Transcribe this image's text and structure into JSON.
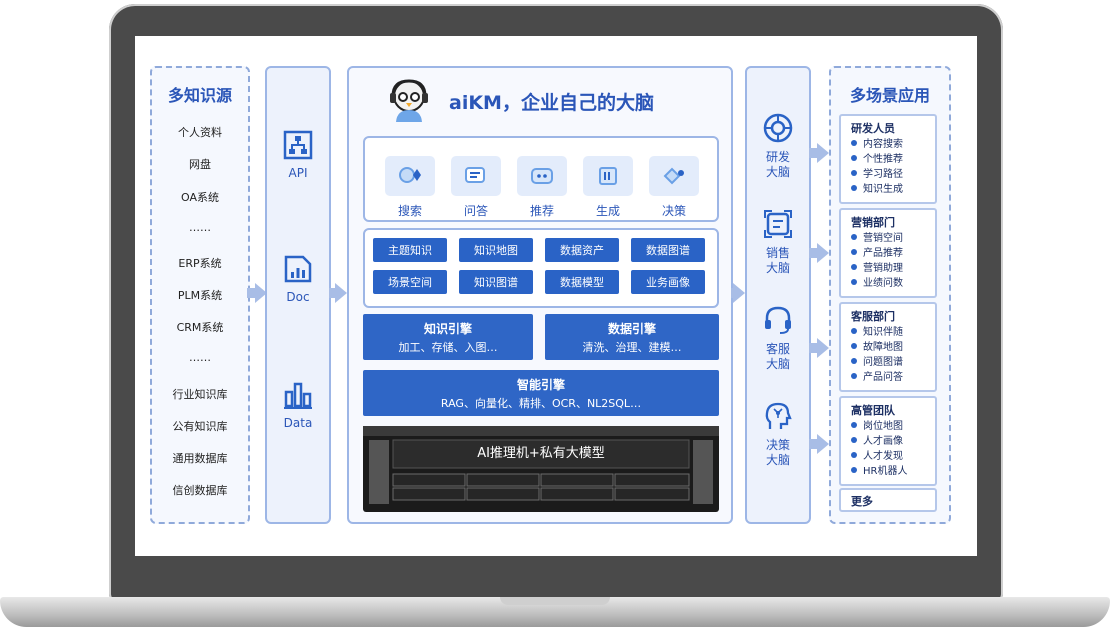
{
  "sources": {
    "title": "多知识源",
    "items": [
      "个人资料",
      "网盘",
      "OA系统",
      "……",
      "ERP系统",
      "PLM系统",
      "CRM系统",
      "……",
      "行业知识库",
      "公有知识库",
      "通用数据库",
      "信创数据库"
    ]
  },
  "doc_types": [
    {
      "label": "API",
      "icon": "api-icon"
    },
    {
      "label": "Doc",
      "icon": "doc-icon"
    },
    {
      "label": "Data",
      "icon": "bar-chart-icon"
    }
  ],
  "main": {
    "title": "aiKM，企业自己的大脑",
    "capabilities": [
      "搜索",
      "问答",
      "推荐",
      "生成",
      "决策"
    ],
    "tags": [
      "主题知识",
      "知识地图",
      "数据资产",
      "数据图谱",
      "场景空间",
      "知识图谱",
      "数据模型",
      "业务画像"
    ],
    "engines": {
      "knowledge": {
        "title": "知识引擎",
        "sub": "加工、存储、入图…"
      },
      "data": {
        "title": "数据引擎",
        "sub": "清洗、治理、建模…"
      },
      "smart": {
        "title": "智能引擎",
        "sub": "RAG、向量化、精排、OCR、NL2SQL…"
      }
    },
    "server_label": "AI推理机+私有大模型"
  },
  "brains": [
    {
      "label": [
        "研发",
        "大脑"
      ],
      "icon": "research-icon"
    },
    {
      "label": [
        "销售",
        "大脑"
      ],
      "icon": "sales-icon"
    },
    {
      "label": [
        "客服",
        "大脑"
      ],
      "icon": "headset-icon"
    },
    {
      "label": [
        "决策",
        "大脑"
      ],
      "icon": "decision-head-icon"
    }
  ],
  "scenes": {
    "title": "多场景应用",
    "groups": [
      {
        "title": "研发人员",
        "items": [
          "内容搜索",
          "个性推荐",
          "学习路径",
          "知识生成"
        ]
      },
      {
        "title": "营销部门",
        "items": [
          "营销空间",
          "产品推荐",
          "营销助理",
          "业绩问数"
        ]
      },
      {
        "title": "客服部门",
        "items": [
          "知识伴随",
          "故障地图",
          "问题图谱",
          "产品问答"
        ]
      },
      {
        "title": "高管团队",
        "items": [
          "岗位地图",
          "人才画像",
          "人才发现",
          "HR机器人"
        ]
      }
    ],
    "more": "更多"
  },
  "colors": {
    "accent": "#2a63c6",
    "title": "#2b56b8",
    "panel_border": "#9db6e6"
  }
}
